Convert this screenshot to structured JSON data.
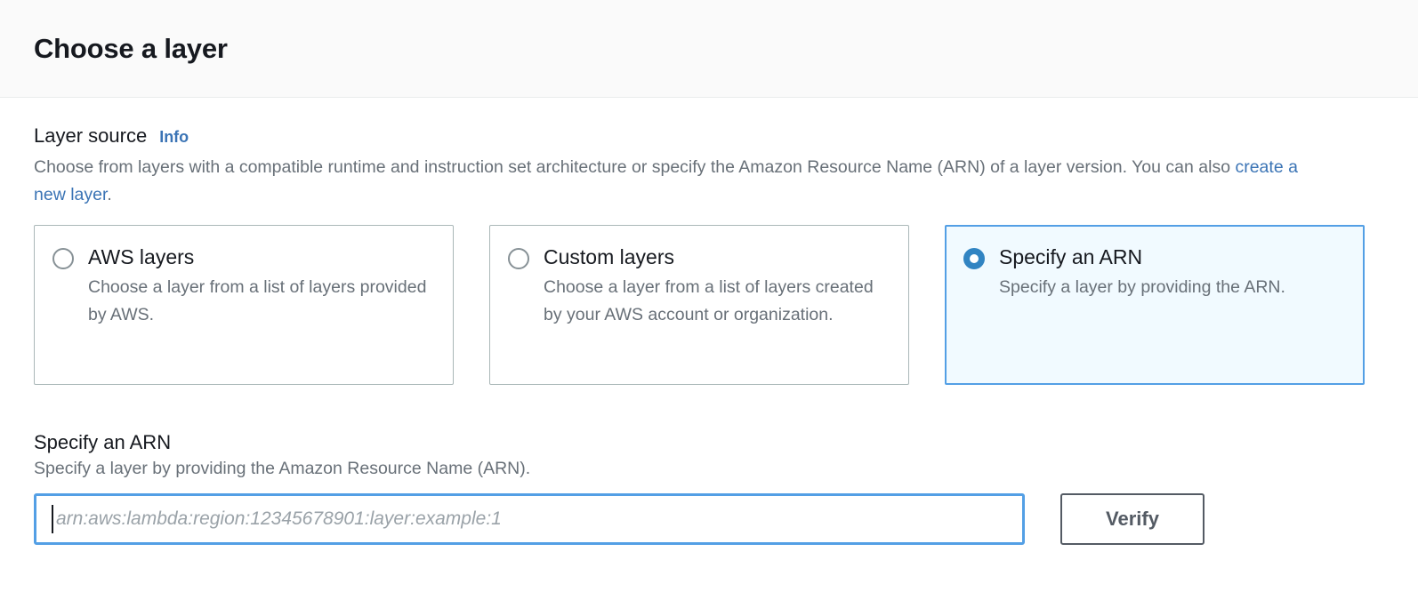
{
  "header": {
    "title": "Choose a layer"
  },
  "layer_source": {
    "label": "Layer source",
    "info_label": "Info",
    "description_before_link": "Choose from layers with a compatible runtime and instruction set architecture or specify the Amazon Resource Name (ARN) of a layer version. You can also ",
    "description_link": "create a new layer",
    "description_after_link": ".",
    "options": [
      {
        "title": "AWS layers",
        "description": "Choose a layer from a list of layers provided by AWS.",
        "selected": false
      },
      {
        "title": "Custom layers",
        "description": "Choose a layer from a list of layers created by your AWS account or organization.",
        "selected": false
      },
      {
        "title": "Specify an ARN",
        "description": "Specify a layer by providing the ARN.",
        "selected": true
      }
    ]
  },
  "arn_section": {
    "title": "Specify an ARN",
    "description": "Specify a layer by providing the Amazon Resource Name (ARN).",
    "input_value": "",
    "input_placeholder": "arn:aws:lambda:region:12345678901:layer:example:1",
    "verify_label": "Verify"
  },
  "colors": {
    "accent_blue": "#3b74b5",
    "selected_border": "#539fe5",
    "selected_fill": "#f1faff",
    "radio_selected": "#3184c2",
    "text_primary": "#16191f",
    "text_secondary": "#687078",
    "button_border": "#545b64"
  }
}
